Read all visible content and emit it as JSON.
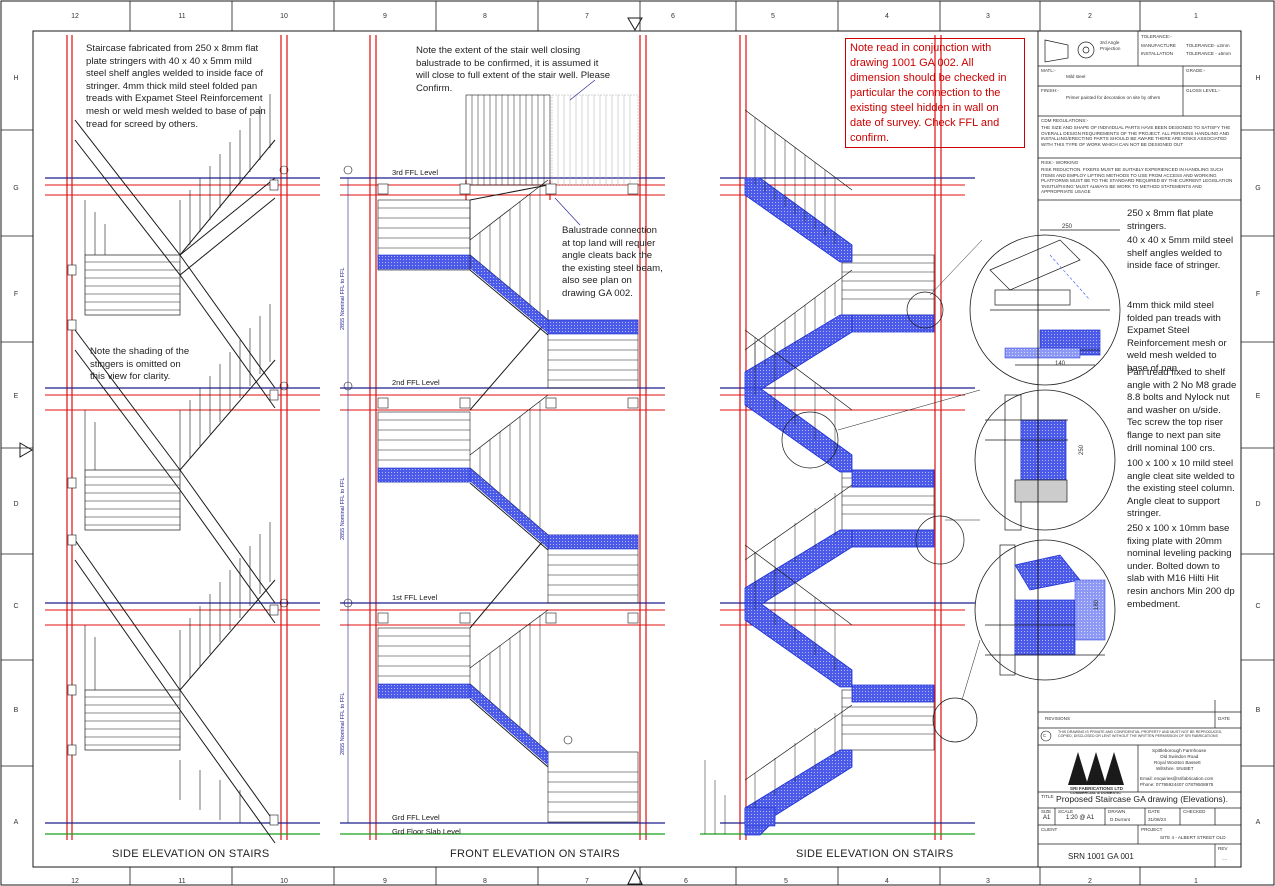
{
  "border": {
    "cols": [
      "12",
      "11",
      "10",
      "9",
      "8",
      "7",
      "6",
      "5",
      "4",
      "3",
      "2",
      "1"
    ],
    "rows": [
      "H",
      "G",
      "F",
      "E",
      "D",
      "C",
      "B",
      "A"
    ]
  },
  "notes": {
    "staircase_fabrication": "Staircase fabricated from 250 x 8mm flat plate stringers with 40 x 40 x 5mm mild steel shelf angles welded to inside face of stringer. 4mm thick mild steel folded pan treads with Expamet Steel Reinforcement mesh or weld mesh welded to base of pan tread for screed by others.",
    "shading": "Note the shading of the stingers is omitted on this view for clarity.",
    "balustrade_extent": "Note the extent of the stair well closing balustrade to be confirmed, it is assumed it will close to full extent of the stair well. Please Confirm.",
    "balustrade_connection": "Balustrade connection at top land will requier angle cleats back the the existing steel beam, also see plan on drawing GA 002.",
    "red_note": "Note read in conjunction with drawing 1001 GA 002. All dimension should be checked in particular the connection to the existing steel hidden in wall on date of survey. Check FFL and confirm.",
    "detail_1": "250 x 8mm flat plate stringers.",
    "detail_2": "40 x 40 x 5mm mild steel shelf angles welded to inside face of stringer.",
    "detail_3": "4mm thick mild steel folded pan treads with Expamet Steel Reinforcement mesh or weld mesh welded to base of pan",
    "detail_4": "Pan tread fixed to shelf angle with 2 No M8 grade 8.8 bolts and Nylock nut and washer on u/side. Tec screw the top riser flange to next pan site drill nominal 100 crs.",
    "detail_5": "100 x 100 x 10 mild steel angle cleat site welded to the existing steel column. Angle cleat to support stringer.",
    "detail_6": "250 x 100 x 10mm base fixing plate with 20mm nominal leveling packing under. Bolted down to slab with M16 Hilti Hit resin anchors Min 200 dp embedment."
  },
  "levels": {
    "third": "3rd FFL Level",
    "second": "2nd FFL Level",
    "first": "1st FFL Level",
    "ground": "Grd FFL Level",
    "slab": "Grd Floor Slab Level"
  },
  "dims": {
    "d1": "2855 Nominal FFL to FFL",
    "d2": "2855 Nominal FFL to FFL",
    "d3": "2855 Nominal FFL to FFL"
  },
  "view_titles": {
    "side_left": "SIDE ELEVATION ON STAIRS",
    "front": "FRONT ELEVATION ON STAIRS",
    "side_right": "SIDE ELEVATION ON STAIRS"
  },
  "title_block": {
    "projection": "3rd Angle Projection",
    "tolerance_head": "TOLERANCE:-",
    "manufacture": "MANUFACTURE",
    "installation": "INSTALLATION",
    "tol_manufacture": "TOLERANCE- ±2mm",
    "tol_installation": "TOLERANCE - ±5mm",
    "matl_label": "MATL:-",
    "matl_value": "Mild steel",
    "grade_label": "GRADE:-",
    "finish_label": "FINISH:-",
    "finish_value": "Primer painted for decoration on site by others",
    "gloss_label": "GLOSS LEVEL:-",
    "cdm_head": "CDM REGULATIONS:-",
    "cdm_text": "THE SIZE AND SHAPE OF INDIVIDUAL PARTS HAVE BEEN DESIGNED TO SATISFY THE OVERALL DESIGN REQUIREMENTS OF THE PROJECT. ALL PERSONS HANDLING AND INSTALLING/ERECTING PARTS SHOULD BE AWARE THERE ARE RISKS ASSOCIATED WITH THIS TYPE OF WORK WHICH CAN NOT BE DESIGNED OUT",
    "risk_head": "RISK:- WORKING",
    "risk_text": "RISK REDUCTION. FIXERS MUST BE SUITABLY EXPERIENCED IN HANDLING SUCH ITEMS AND EMPLOY LIFTING METHODS TO USE FROM ACCESS AND WORKING PLATFORMS MUST BE TO THE STANDARD REQUIRED BY THE CURRENT LEGISLATION ‘INSITU/FIXING’ MUST ALWAYS BE WORK TO METHOD STATEMENTS AND APPROPRIATE USAGE",
    "revisions": "REVISIONS",
    "date": "DATE",
    "disclaimer": "THIS DRAWING IS PRIVATE AND CONFIDENTIAL PROPERTY AND MUST NOT BE REPRODUCED, COPIED, DISCLOSED OR LENT WITHOUT THE WRITTEN PERMISSION OF SRI FABRICATIONS",
    "company": "SRI FABRICATIONS LTD",
    "company_sub": "COMMERCIAL & DOMESTIC",
    "addr1": "Spittleborough Farmhouse",
    "addr2": "Old Swindon Road",
    "addr3": "Royal Wootton Bassett",
    "addr4": "Wiltshire. SN48ET",
    "email": "Email: enquiries@srifabrication.com",
    "phone": "Phone: 07795924407   07879508975",
    "title_label": "TITLE",
    "title_value": "Proposed Staircase GA drawing (Elevations).",
    "size_label": "SIZE",
    "scale_label": "SCALE",
    "drawn_label": "DRAWN",
    "date_label": "DATE",
    "checked_label": "CHECKED",
    "size_value": "A1",
    "scale_value": "1:20 @ A1",
    "drawn_value": "D.Durrant",
    "date_value": "31/08/23",
    "client_label": "CLIENT",
    "project_label": "PROJECT",
    "project_value": "SITE 4 - ALBERT STREET OLD",
    "drawing_no": "SRN 1001 GA 001",
    "rev_label": "REV",
    "rev_value": "....",
    "c_mark": "C"
  },
  "detail_dims": {
    "a": "250",
    "b": "140",
    "c": "250",
    "d": "180"
  },
  "colors": {
    "grid_red": "#e01010",
    "level_blue": "#1f1f8f",
    "stringer_blue": "#1b2fd6",
    "slab_green": "#1aa01a",
    "ink": "#1a1a1a"
  }
}
